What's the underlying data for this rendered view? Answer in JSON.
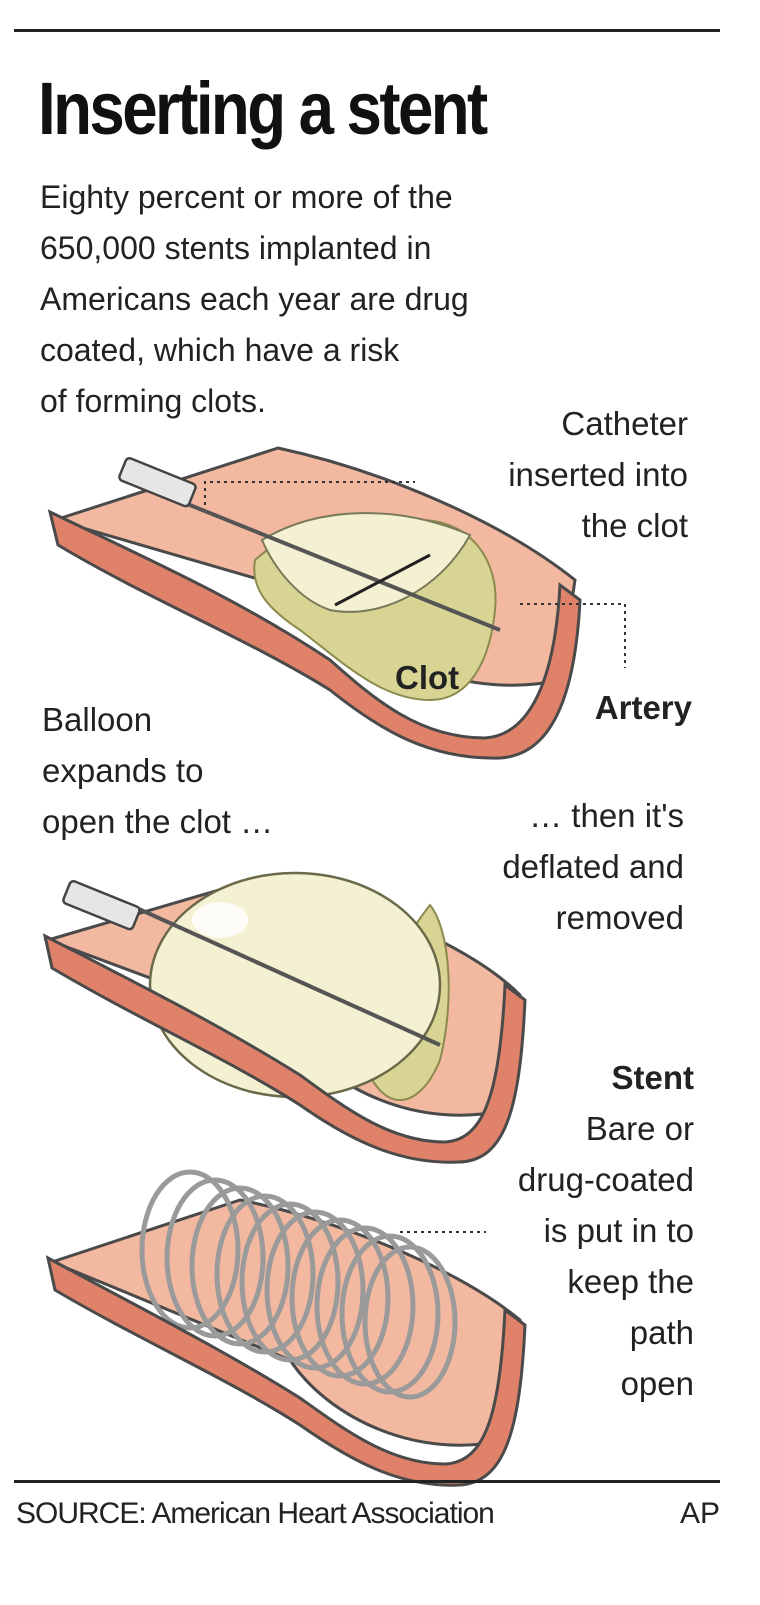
{
  "title": "Inserting a stent",
  "intro_lines": [
    "Eighty percent or more of the",
    "650,000 stents implanted in",
    "Americans each year are drug",
    "coated, which have a risk",
    "of forming clots."
  ],
  "labels": {
    "catheter": [
      "Catheter",
      "inserted into",
      "the clot"
    ],
    "clot": "Clot",
    "artery": "Artery",
    "balloon": [
      "Balloon",
      "expands to",
      "open the clot …"
    ],
    "deflate": [
      "… then it's",
      "deflated and",
      "removed"
    ],
    "stent_title": "Stent",
    "stent": [
      "Bare or",
      "drug-coated",
      "is put in to",
      "keep the",
      "path",
      "open"
    ]
  },
  "footer": {
    "source": "SOURCE: American Heart Association",
    "credit": "AP"
  },
  "colors": {
    "artery_outer": "#e0826a",
    "artery_inner": "#f2b8a0",
    "clot": "#d8d594",
    "balloon": "#f3f1d2",
    "coil": "#9a9a9a",
    "outline": "#4a4a4a"
  }
}
